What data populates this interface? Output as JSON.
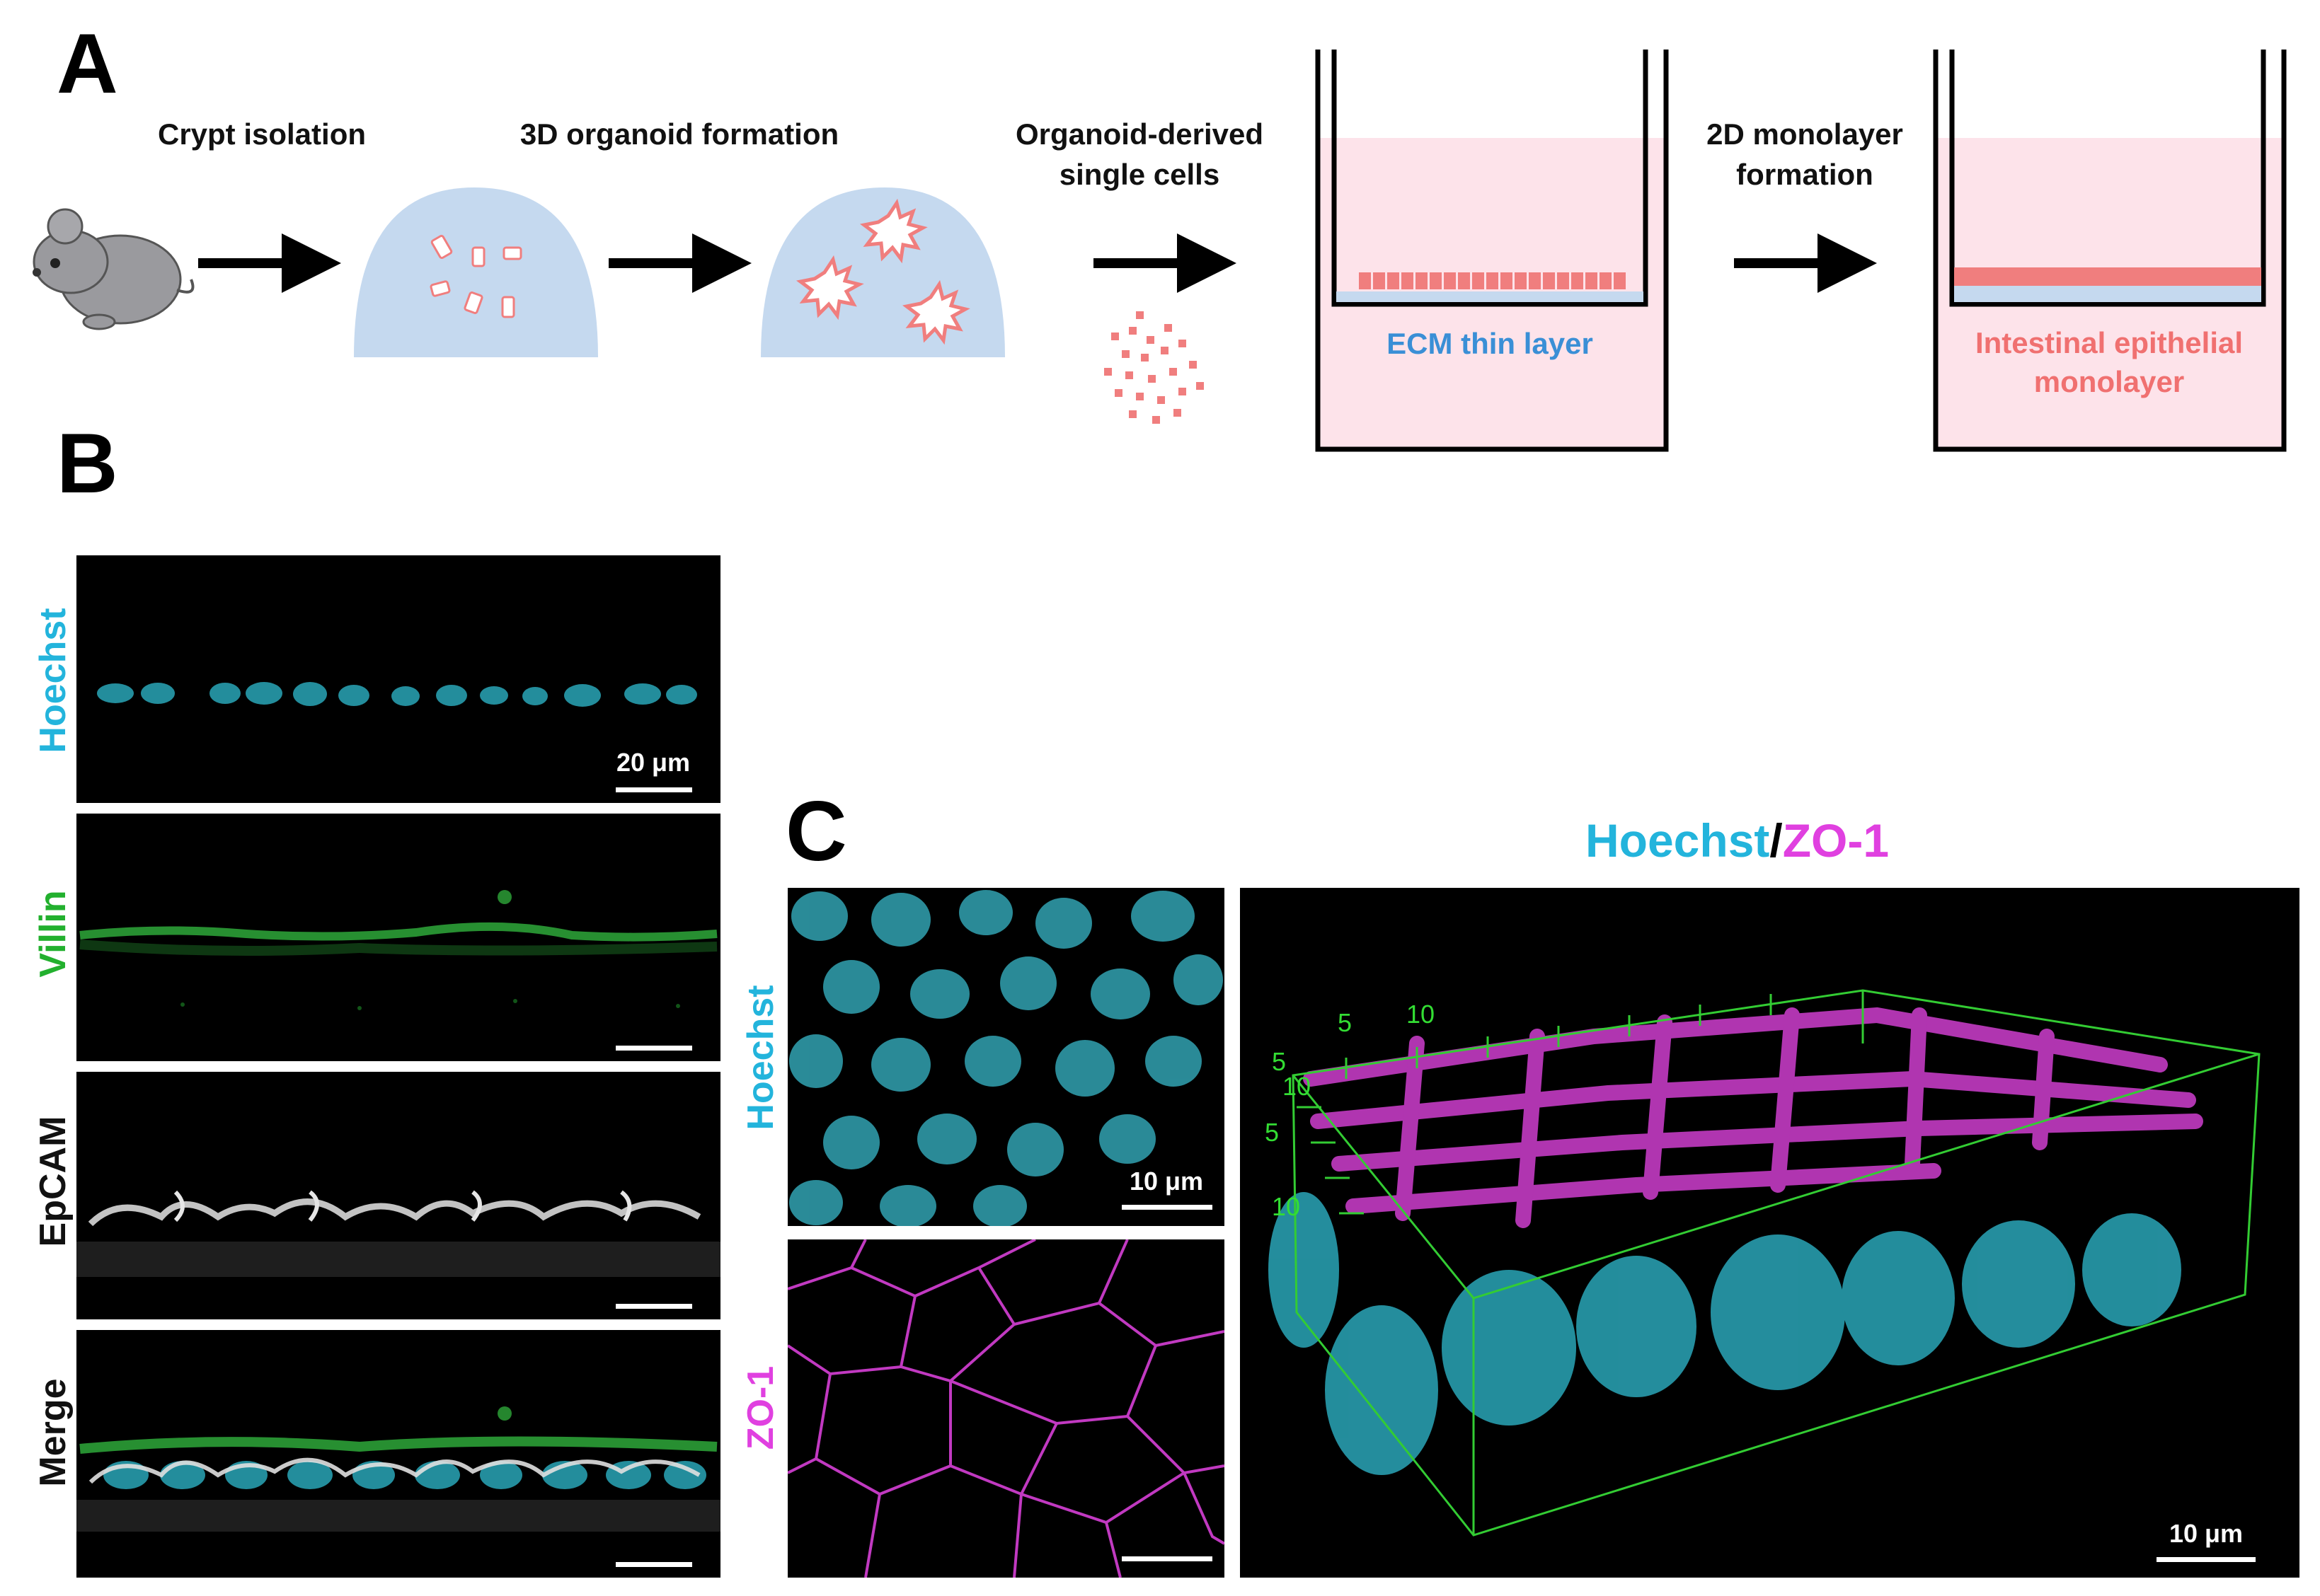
{
  "panel_letters": {
    "a": "A",
    "b": "B",
    "c": "C"
  },
  "panel_a": {
    "steps": {
      "crypt_isolation": "Crypt isolation",
      "organoid_formation": "3D organoid formation",
      "single_cells_line1": "Organoid-derived",
      "single_cells_line2": "single cells",
      "monolayer_formation_line1": "2D monolayer",
      "monolayer_formation_line2": "formation"
    },
    "ecm_label": "ECM thin layer",
    "monolayer_label_line1": "Intestinal epithelial",
    "monolayer_label_line2": "monolayer",
    "colors": {
      "ecm_blue": "#c5d9ef",
      "pink_medium": "#fde3ea",
      "cell_red": "#f07e7e",
      "ecm_text": "#3a8fd6",
      "mono_text": "#f07070"
    }
  },
  "panel_b": {
    "rows": [
      {
        "label": "Hoechst",
        "color": "#23b4dc"
      },
      {
        "label": "Villin",
        "color": "#22b02e"
      },
      {
        "label": "EpCAM",
        "color": "#111111"
      },
      {
        "label": "Merge",
        "color": "#111111"
      }
    ],
    "scale_label": "20 μm"
  },
  "panel_c": {
    "title_part1": "Hoechst",
    "title_sep": "/",
    "title_part2": "ZO-1",
    "hoechst_label": "Hoechst",
    "zo1_label": "ZO-1",
    "scale_label_top": "10 μm",
    "scale_label_3d": "10 μm",
    "axis_ticks": {
      "t5a": "5",
      "t10a": "10",
      "t5b": "5",
      "t10b": "10",
      "t5c": "5",
      "t10c": "10"
    },
    "colors": {
      "cyan": "#23b4dc",
      "magenta": "#e040e0",
      "green": "#33dd33"
    }
  }
}
